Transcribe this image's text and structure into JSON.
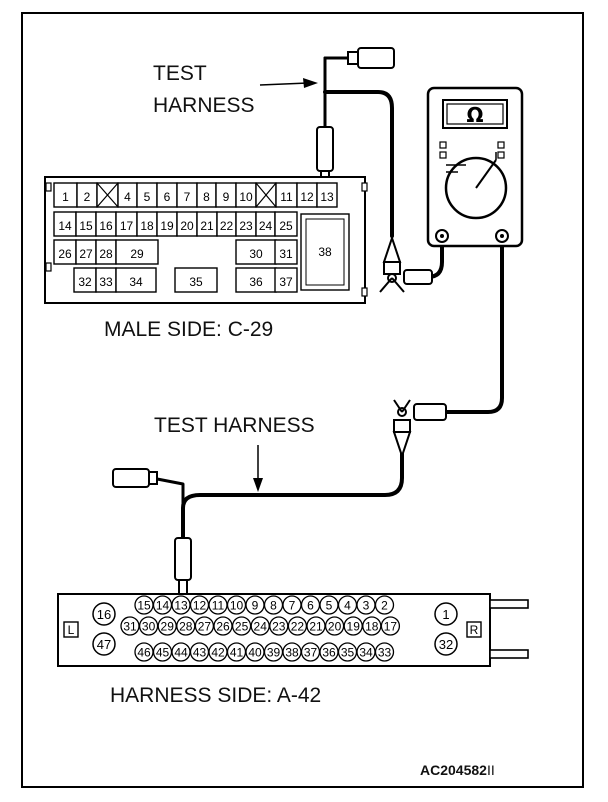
{
  "labels": {
    "test_harness_top_line1": "TEST",
    "test_harness_top_line2": "HARNESS",
    "male_side": "MALE SIDE: C-29",
    "test_harness_mid": "TEST HARNESS",
    "harness_side": "HARNESS SIDE: A-42",
    "figure_code": "AC204582",
    "figure_suffix": "II"
  },
  "meter": {
    "symbol": "Ω"
  },
  "male_connector": {
    "row1": [
      "1",
      "2",
      "",
      "4",
      "5",
      "6",
      "7",
      "8",
      "9",
      "10",
      "",
      "11",
      "12",
      "13"
    ],
    "row2": [
      "14",
      "15",
      "16",
      "17",
      "18",
      "19",
      "20",
      "21",
      "22",
      "23",
      "24",
      "25"
    ],
    "row3": [
      "26",
      "27",
      "28",
      "29",
      "30",
      "31"
    ],
    "row4": [
      "32",
      "33",
      "34",
      "35",
      "36",
      "37"
    ],
    "big": "38"
  },
  "harness_connector": {
    "row1": [
      "15",
      "14",
      "13",
      "12",
      "11",
      "10",
      "9",
      "8",
      "7",
      "6",
      "5",
      "4",
      "3",
      "2"
    ],
    "row2": [
      "31",
      "30",
      "29",
      "28",
      "27",
      "26",
      "25",
      "24",
      "23",
      "22",
      "21",
      "20",
      "19",
      "18",
      "17"
    ],
    "row3": [
      "46",
      "45",
      "44",
      "43",
      "42",
      "41",
      "40",
      "39",
      "38",
      "37",
      "36",
      "35",
      "34",
      "33"
    ],
    "left_top": "16",
    "left_bottom": "47",
    "right_top": "1",
    "right_bottom": "32",
    "left_tag": "L",
    "right_tag": "R"
  }
}
